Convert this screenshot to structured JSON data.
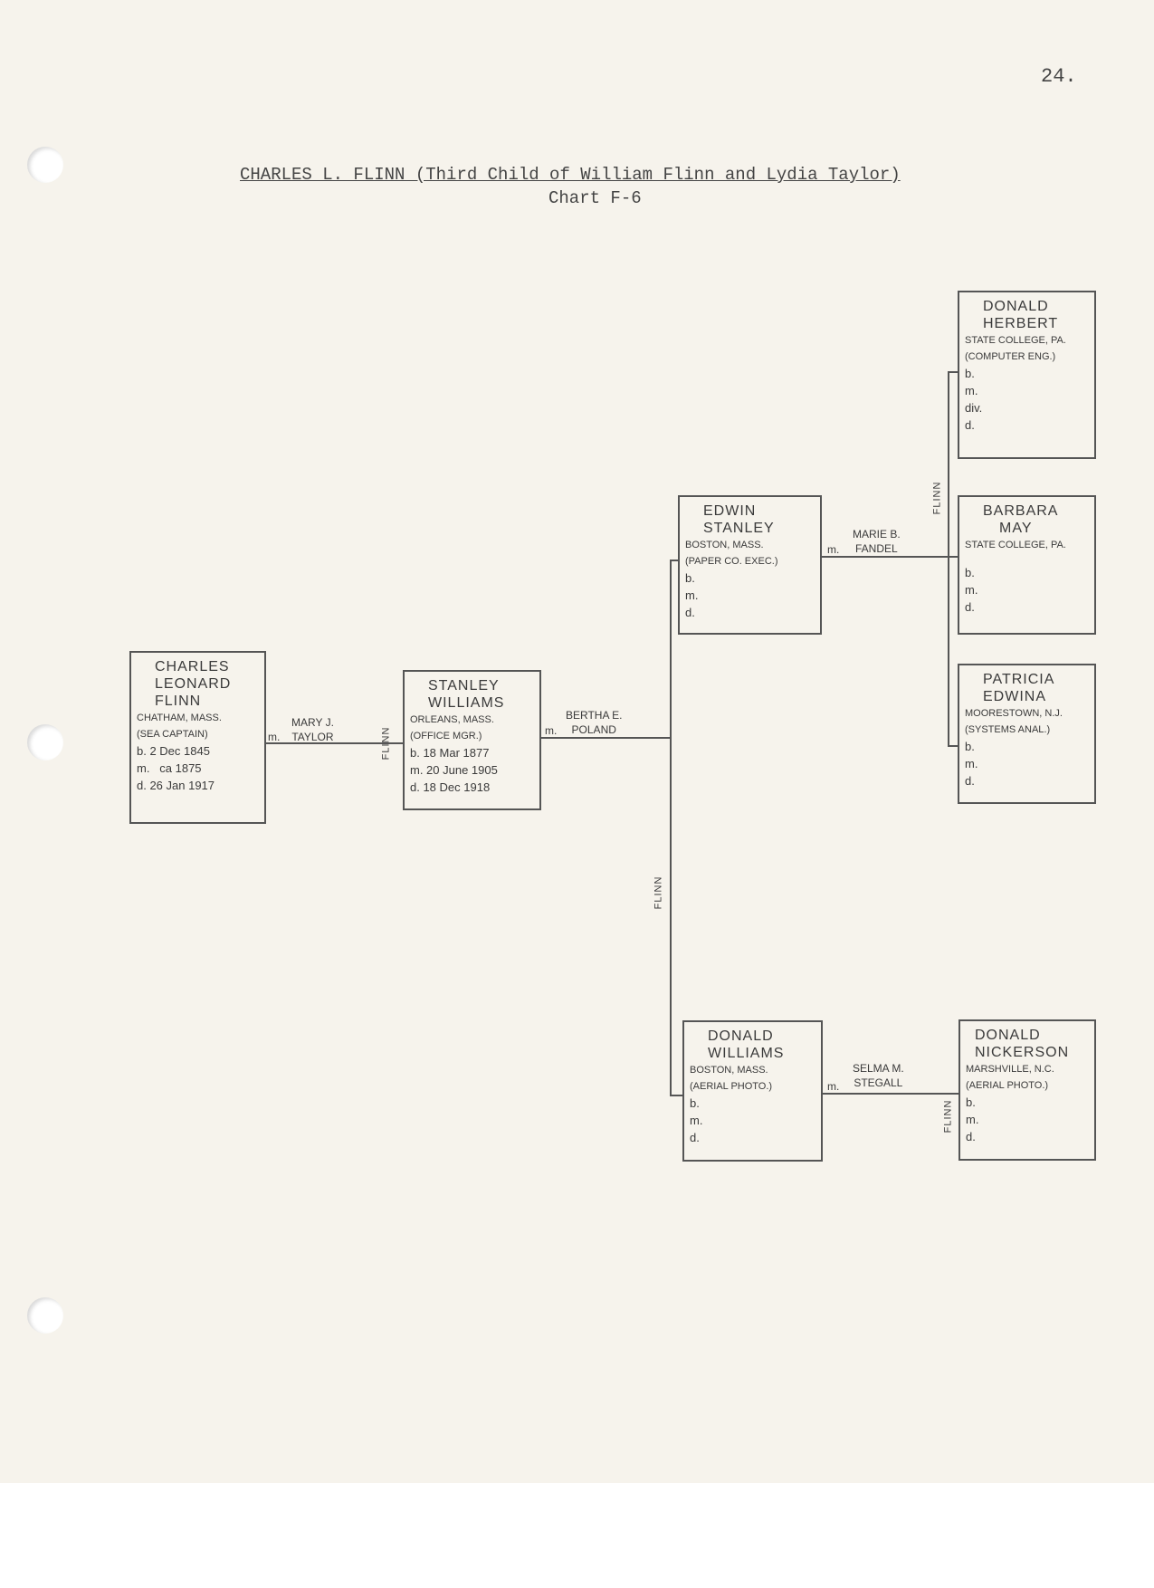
{
  "page_number": "24.",
  "title": "CHARLES L. FLINN  (Third Child of William Flinn and Lydia Taylor)",
  "subtitle": "Chart F-6",
  "flinn_label": "FLINN",
  "m_label": "m.",
  "persons": {
    "charles": {
      "name1": "Charles",
      "name2": "Leonard",
      "name3": "Flinn",
      "place": "Chatham, Mass.",
      "occupation": "(Sea Captain)",
      "b": "b. 2 Dec 1845",
      "m": "m.   ca 1875",
      "d": "d. 26 Jan 1917"
    },
    "stanley": {
      "name1": "Stanley",
      "name2": "Williams",
      "place": "Orleans, Mass.",
      "occupation": "(Office Mgr.)",
      "b": "b. 18 Mar 1877",
      "m": "m. 20 June 1905",
      "d": "d. 18 Dec 1918"
    },
    "edwin": {
      "name1": "Edwin",
      "name2": "Stanley",
      "place": "Boston, Mass.",
      "occupation": "(Paper Co. Exec.)",
      "b": "b.",
      "m": "m.",
      "d": "d."
    },
    "donald_w": {
      "name1": "Donald",
      "name2": "Williams",
      "place": "Boston, Mass.",
      "occupation": "(Aerial Photo.)",
      "b": "b.",
      "m": "m.",
      "d": "d."
    },
    "donald_h": {
      "name1": "Donald",
      "name2": "Herbert",
      "place": "State College, Pa.",
      "occupation": "(Computer Eng.)",
      "b": "b.",
      "m": "m.",
      "div": "div.",
      "d": "d."
    },
    "barbara": {
      "name1": "Barbara",
      "name2": "May",
      "place": "State College, Pa.",
      "b": "b.",
      "m": "m.",
      "d": "d."
    },
    "patricia": {
      "name1": "Patricia",
      "name2": "Edwina",
      "place": "Moorestown, N.J.",
      "occupation": "(Systems Anal.)",
      "b": "b.",
      "m": "m.",
      "d": "d."
    },
    "donald_n": {
      "name1": "Donald",
      "name2": "Nickerson",
      "place": "Marshville, N.C.",
      "occupation": "(Aerial Photo.)",
      "b": "b.",
      "m": "m.",
      "d": "d."
    }
  },
  "spouses": {
    "charles": {
      "line1": "Mary J.",
      "line2": "Taylor"
    },
    "stanley": {
      "line1": "Bertha E.",
      "line2": "Poland"
    },
    "edwin": {
      "line1": "Marie B.",
      "line2": "Fandel"
    },
    "donald_w": {
      "line1": "Selma M.",
      "line2": "Stegall"
    }
  }
}
